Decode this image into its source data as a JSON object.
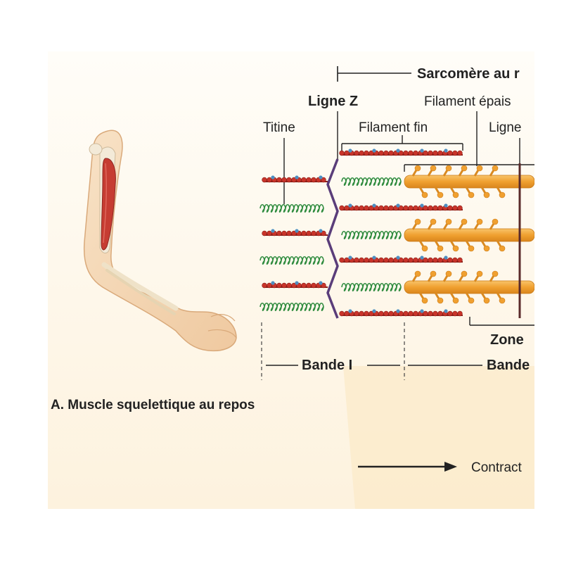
{
  "labels": {
    "sarcomere": "Sarcomère au r",
    "ligne_z": "Ligne Z",
    "filament_epais": "Filament épais",
    "titine": "Titine",
    "filament_fin": "Filament fin",
    "ligne_m": "Ligne",
    "zone_h": "Zone",
    "bande_i": "Bande I",
    "bande_a": "Bande",
    "caption": "A. Muscle squelettique au repos",
    "contraction": "Contract"
  },
  "colors": {
    "background_panel": "#fdf6ea",
    "thick_filament": "#f2a43a",
    "thin_filament": "#c8342a",
    "titin": "#2e8b3e",
    "z_line": "#5a3d7a",
    "m_line": "#5a2a2a",
    "arm_skin": "#f6d9b8",
    "muscle": "#c63c32"
  },
  "icons": {
    "arrow": "right-arrow-icon",
    "arm": "arm-illustration"
  }
}
